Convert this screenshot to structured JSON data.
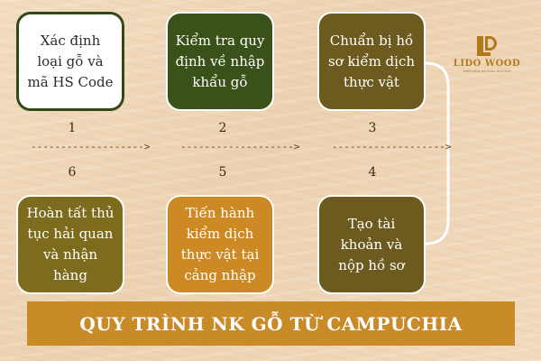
{
  "steps": [
    {
      "label": "Xác định loại gỗ và mã HS Code",
      "lines": [
        "Xác định",
        "loại gỗ và",
        "mã HS Code"
      ],
      "number": "1"
    },
    {
      "label": "Kiểm tra quy định về nhập khẩu gỗ",
      "lines": [
        "Kiểm tra quy",
        "định về nhập",
        "khẩu gỗ"
      ],
      "number": "2"
    },
    {
      "label": "Chuẩn bị hồ sơ kiểm dịch thực vật",
      "lines": [
        "Chuẩn bị hồ",
        "sơ kiểm dịch",
        "thực vật"
      ],
      "number": "3"
    },
    {
      "label": "Tạo tài khoản và nộp hồ sơ",
      "lines": [
        "Tạo tài",
        "khoản và",
        "nộp hồ sơ"
      ],
      "number": "4"
    },
    {
      "label": "Tiến hành kiểm dịch thực vật tại cảng nhập",
      "lines": [
        "Tiến hành",
        "kiểm dịch",
        "thực vật tại",
        "cảng nhập"
      ],
      "number": "5"
    },
    {
      "label": "Hoàn tất thủ tục hải quan và nhận hàng",
      "lines": [
        "Hoàn tất thủ",
        "tục hải quan",
        "và nhận hàng"
      ],
      "number": "6"
    }
  ],
  "arrow_text": "------------------->",
  "logo": {
    "name": "LIDO WOOD",
    "tagline": "THIẾT KẾ & THI CÔNG NỘI THẤT"
  },
  "banner": {
    "title": "QUY TRÌNH NK GỖ TỪ CAMPUCHIA"
  },
  "colors": {
    "step1_fill": "#ffffff",
    "step1_border": "#2f4a14",
    "step2_fill": "#3a5219",
    "step3_fill": "#6d5a1e",
    "step4_fill": "#6d5a1e",
    "step5_fill": "#cd8a24",
    "step6_fill": "#7e6c1e",
    "banner": "#c98a28",
    "logo": "#b07a1c",
    "background": "#efd7b8"
  }
}
